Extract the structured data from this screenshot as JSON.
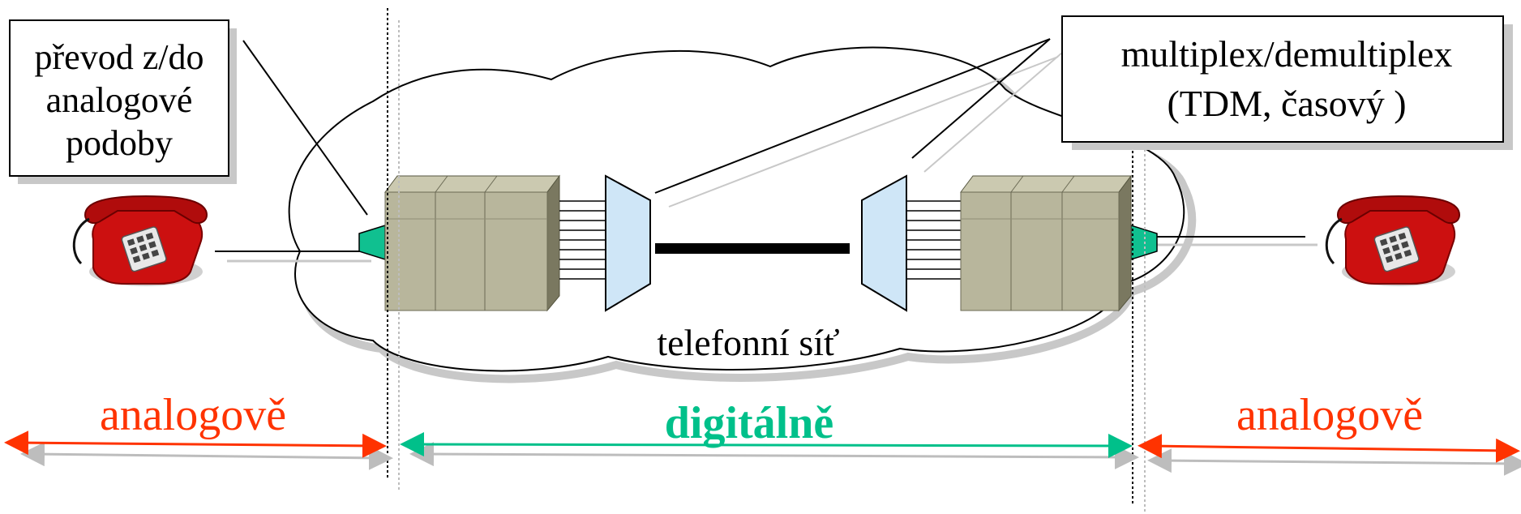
{
  "labels": {
    "conversion": [
      "převod z/do",
      "analogové",
      "podoby"
    ],
    "mux": [
      "multiplex/demultiplex",
      "(TDM, časový )"
    ],
    "network": "telefonní síť",
    "left_zone": "analogově",
    "middle_zone": "digitálně",
    "right_zone": "analogově"
  },
  "icons": {
    "left_phone": "telephone-icon",
    "right_phone": "telephone-icon",
    "left_switch": "switch-cabinet-icon",
    "right_switch": "switch-cabinet-icon",
    "left_mux": "multiplexer-icon",
    "right_mux": "demultiplexer-icon",
    "left_codec": "codec-icon",
    "right_codec": "codec-icon"
  },
  "colors": {
    "analog": "#ff3300",
    "digital": "#00c08a",
    "phone_red": "#cc1010",
    "cabinet": "#b8b69c",
    "mux_fill": "#cfe6f7",
    "codec": "#10c090"
  }
}
